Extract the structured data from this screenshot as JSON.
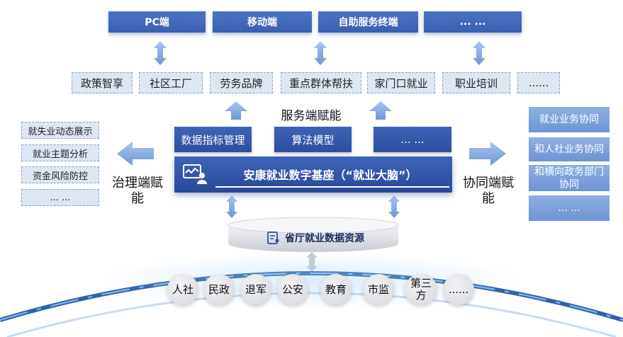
{
  "top_terminals": [
    "PC端",
    "移动端",
    "自助服务终端",
    "... ..."
  ],
  "services": [
    "政策智享",
    "社区工厂",
    "劳务品牌",
    "重点群体帮扶",
    "家门口就业",
    "职业培训",
    "......"
  ],
  "service_label": "服务端赋能",
  "tools": [
    "数据指标管理",
    "算法模型",
    "... ..."
  ],
  "core_title": "安康就业数字基座（“就业大脑”）",
  "governance": {
    "label": "治理端赋能",
    "items": [
      "就失业动态展示",
      "就业主题分析",
      "资金风险防控",
      "... ..."
    ]
  },
  "cooperation": {
    "label": "协同端赋能",
    "items": [
      "就业业务协同",
      "和人社业务协同",
      "和横向政务部门协同",
      "... ..."
    ]
  },
  "data_resource": "省厅就业数据资源",
  "sources": [
    "人社",
    "民政",
    "退军",
    "公安",
    "教育",
    "市监",
    "第三方",
    "......"
  ],
  "colors": {
    "primary": "#3a5fae",
    "light": "#dde6f3",
    "coop": "#7a9fdb",
    "arrow": "#86aee3"
  }
}
